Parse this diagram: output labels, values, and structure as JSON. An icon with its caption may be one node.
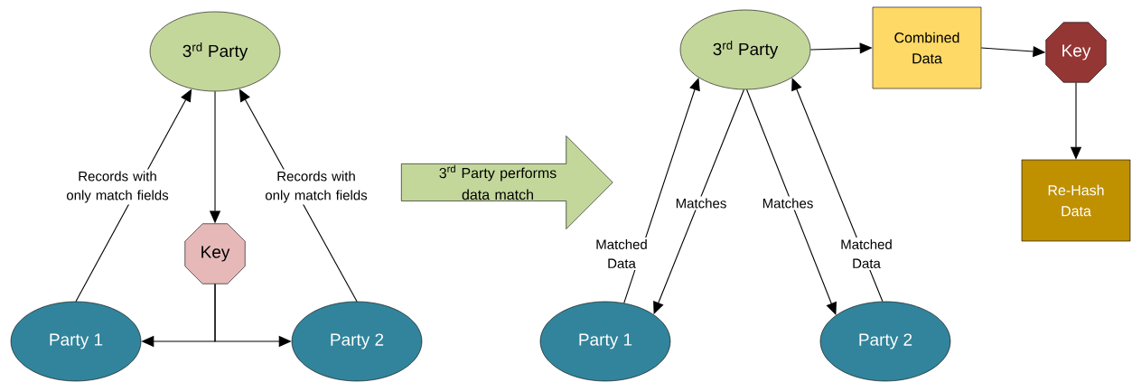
{
  "diagram": {
    "nodes": [
      {
        "text": [
          "3$^{rd}$ Party"
        ]
      },
      {
        "text": [
          "Key"
        ]
      },
      {
        "text": [
          "Party 1"
        ]
      },
      {
        "text": [
          "Party 2"
        ]
      },
      {
        "text": [
          "3$^{rd}$ Party performs data match"
        ]
      },
      {
        "text": [
          "3$^{rd}$ Party"
        ]
      },
      {
        "text": [
          "Combined Data"
        ]
      },
      {
        "text": [
          "Key"
        ]
      },
      {
        "text": [
          "Re-Hash Data"
        ]
      },
      {
        "text": [
          "Party 1"
        ]
      },
      {
        "text": [
          "Party 2"
        ]
      }
    ],
    "edges": [
      {
        "from": 2,
        "to": 0,
        "arrow": "to",
        "label": "Records with only match fields"
      },
      {
        "from": 3,
        "to": 0,
        "arrow": "to",
        "label": "Records with only match fields"
      },
      {
        "from": 0,
        "to": 1,
        "arrow": "to"
      },
      {
        "from": 1,
        "to": 2,
        "arrow": "to"
      },
      {
        "from": 1,
        "to": 3,
        "arrow": "to"
      },
      {
        "from": 9,
        "to": 5,
        "arrow": "to",
        "label": "Matched Data"
      },
      {
        "from": 5,
        "to": 9,
        "arrow": "to",
        "label": "Matches"
      },
      {
        "from": 5,
        "to": 10,
        "arrow": "to",
        "label": "Matches"
      },
      {
        "from": 10,
        "to": 5,
        "arrow": "to",
        "label": "Matched Data"
      },
      {
        "from": 5,
        "to": 6,
        "arrow": "to"
      },
      {
        "from": 6,
        "to": 7,
        "arrow": "to"
      },
      {
        "from": 7,
        "to": 8,
        "arrow": "to"
      }
    ]
  }
}
